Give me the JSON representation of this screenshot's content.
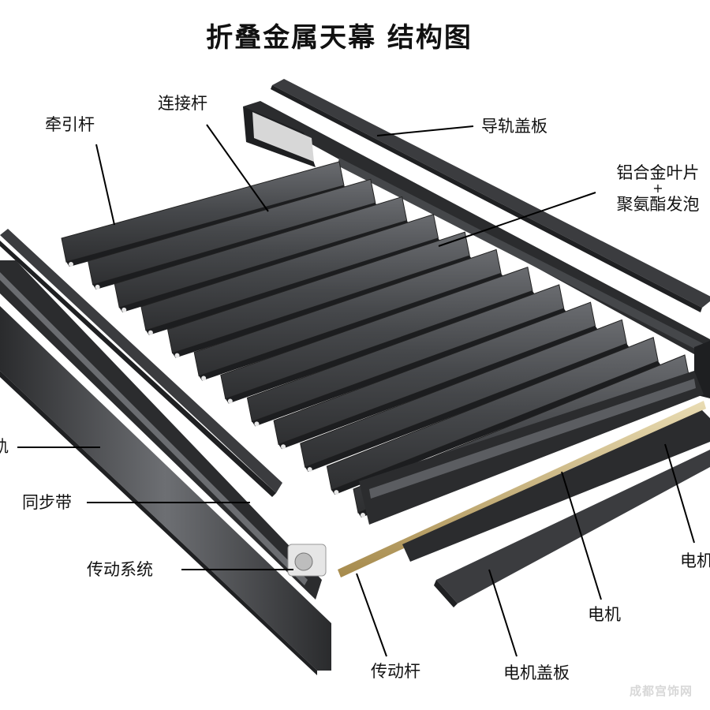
{
  "title": "折叠金属天幕  结构图",
  "labels": {
    "traction_rod": "牵引杆",
    "connecting_rod": "连接杆",
    "rail_cover": "导轨盖板",
    "blade_line1": "铝合金叶片",
    "blade_plus": "+",
    "blade_line2": "聚氨酯发泡",
    "left_partial": "轨",
    "sync_belt": "同步带",
    "drive_system": "传动系统",
    "drive_rod": "传动杆",
    "motor": "电机",
    "motor_cover": "电机盖板",
    "right_partial": "电机"
  },
  "watermark": "成都宫饰网",
  "colors": {
    "panel_dark": "#3a3b3e",
    "panel_light": "#5a5c60",
    "frame": "#2b2c2e",
    "cover_top": "#4b4d50",
    "rod_gold": "#c9b27a",
    "leader": "#000000"
  }
}
